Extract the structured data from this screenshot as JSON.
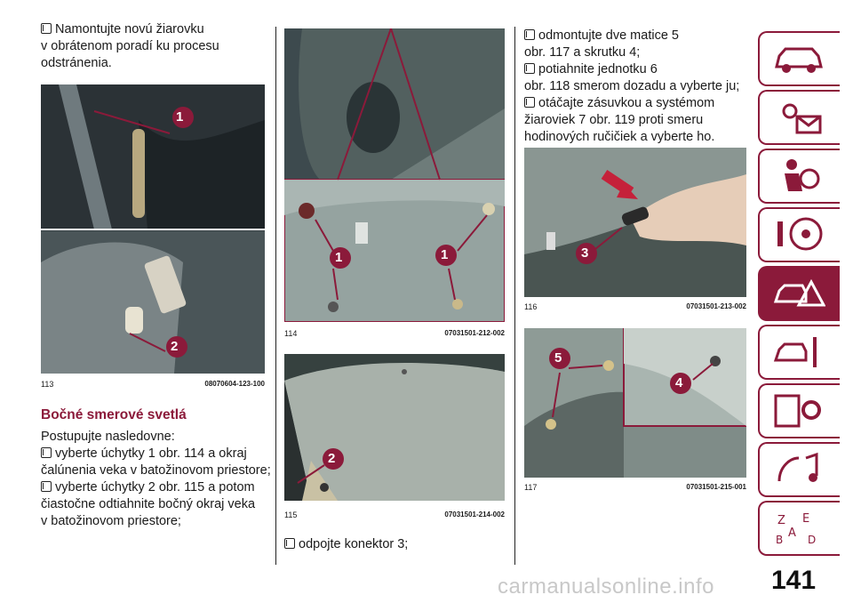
{
  "col1": {
    "intro_line1": "Namontujte novú žiarovku",
    "intro_line2": "v obrátenom poradí ku procesu",
    "intro_line3": "odstránenia.",
    "fig113": {
      "num": "113",
      "code": "08070604-123-100",
      "label1": "1",
      "label2": "2"
    },
    "section_title": "Bočné smerové svetlá",
    "steps_intro": "Postupujte nasledovne:",
    "step1_a": "vyberte úchytky 1 obr. 114 a okraj",
    "step1_b": "čalúnenia veka v batožinovom priestore;",
    "step2_a": "vyberte úchytky 2 obr. 115 a potom",
    "step2_b": "čiastočne odtiahnite bočný okraj veka",
    "step2_c": "v batožinovom priestore;"
  },
  "col2": {
    "fig114": {
      "num": "114",
      "code": "07031501-212-002",
      "label_a": "1",
      "label_b": "1"
    },
    "fig115": {
      "num": "115",
      "code": "07031501-214-002",
      "label": "2"
    },
    "step3": "odpojte konektor 3;"
  },
  "col3": {
    "step4_a": "odmontujte dve matice 5",
    "step4_b": "obr. 117 a skrutku 4;",
    "step5_a": "potiahnite jednotku 6",
    "step5_b": "obr. 118 smerom dozadu a vyberte ju;",
    "step6_a": "otáčajte zásuvkou a systémom",
    "step6_b": "žiaroviek 7 obr. 119 proti smeru",
    "step6_c": "hodinových ručičiek a vyberte ho.",
    "fig116": {
      "num": "116",
      "code": "07031501-213-002",
      "label": "3"
    },
    "fig117": {
      "num": "117",
      "code": "07031501-215-001",
      "label_a": "5",
      "label_b": "4"
    }
  },
  "page_number": "141",
  "watermark": "carmanualsonline.info",
  "accent": "#8b1a3a",
  "tabs": [
    "car-icon",
    "warning-lights-icon",
    "airbag-icon",
    "steering-wheel-icon",
    "emergency-icon",
    "maintenance-icon",
    "settings-list-icon",
    "multimedia-icon",
    "index-icon"
  ]
}
